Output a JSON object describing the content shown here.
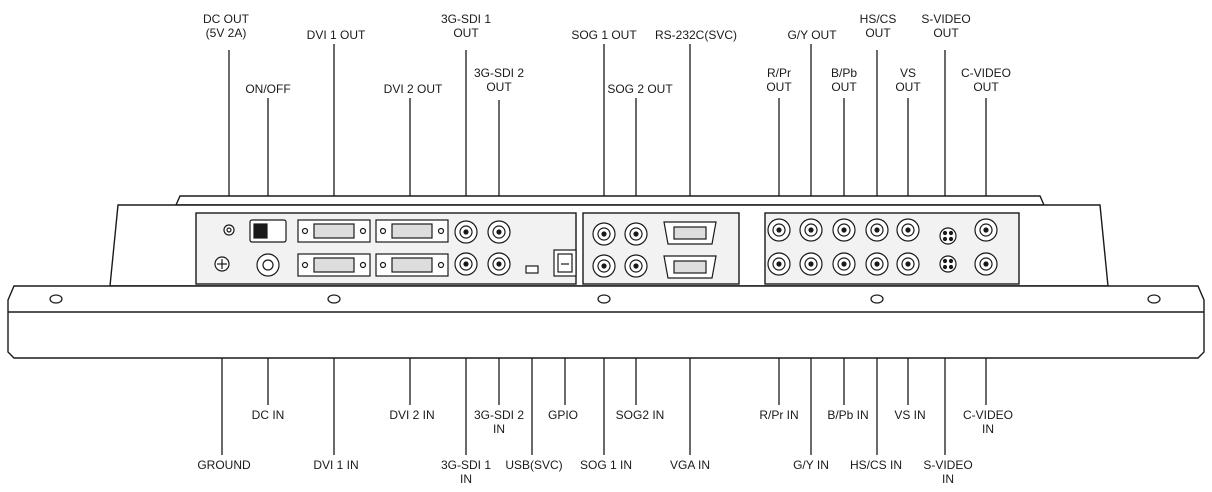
{
  "top_labels": {
    "dc_out": "DC OUT\n(5V 2A)",
    "on_off": "ON/OFF",
    "dvi1_out": "DVI 1 OUT",
    "dvi2_out": "DVI 2 OUT",
    "sdi1_out": "3G-SDI 1\nOUT",
    "sdi2_out": "3G-SDI 2\nOUT",
    "sog1_out": "SOG 1 OUT",
    "sog2_out": "SOG 2 OUT",
    "rs232": "RS-232C(SVC)",
    "rpr_out": "R/Pr\nOUT",
    "gy_out": "G/Y OUT",
    "bpb_out": "B/Pb\nOUT",
    "hscs_out": "HS/CS\nOUT",
    "vs_out": "VS\nOUT",
    "svideo_out": "S-VIDEO\nOUT",
    "cvideo_out": "C-VIDEO\nOUT"
  },
  "bottom_labels": {
    "ground": "GROUND",
    "dc_in": "DC IN",
    "dvi1_in": "DVI 1 IN",
    "dvi2_in": "DVI 2 IN",
    "sdi1_in": "3G-SDI 1\nIN",
    "sdi2_in": "3G-SDI 2\nIN",
    "usb": "USB(SVC)",
    "gpio": "GPIO",
    "sog1_in": "SOG 1 IN",
    "sog2_in": "SOG2 IN",
    "vga_in": "VGA IN",
    "rpr_in": "R/Pr IN",
    "gy_in": "G/Y IN",
    "bpb_in": "B/Pb IN",
    "hscs_in": "HS/CS IN",
    "vs_in": "VS IN",
    "svideo_in": "S-VIDEO\nIN",
    "cvideo_in": "C-VIDEO\nIN"
  },
  "colors": {
    "line": "#1a1a1a",
    "panel_fill": "#f2f2f2",
    "background": "#ffffff"
  }
}
